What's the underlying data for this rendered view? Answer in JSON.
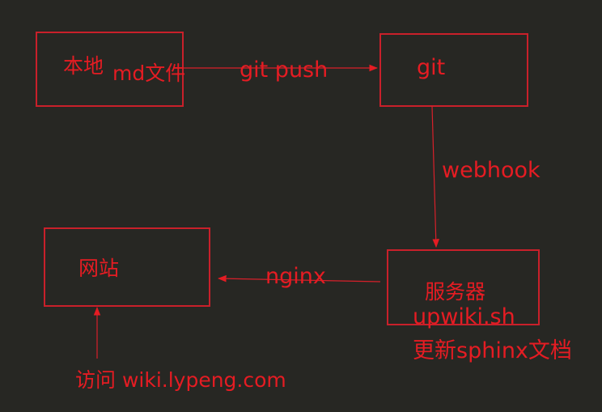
{
  "colors": {
    "background": "#272723",
    "accent": "#e51c23",
    "box_border": "#c9202a"
  },
  "nodes": {
    "local": {
      "line1": "本地",
      "line2": "md文件"
    },
    "git": {
      "label": "git"
    },
    "server": {
      "line1": "服务器",
      "line2": "upwiki.sh",
      "line3": "更新sphinx文档"
    },
    "website": {
      "label": "网站"
    },
    "visit": {
      "label": "访问 wiki.lypeng.com"
    }
  },
  "edges": {
    "push": "git push",
    "webhook": "webhook",
    "nginx": "nginx"
  }
}
